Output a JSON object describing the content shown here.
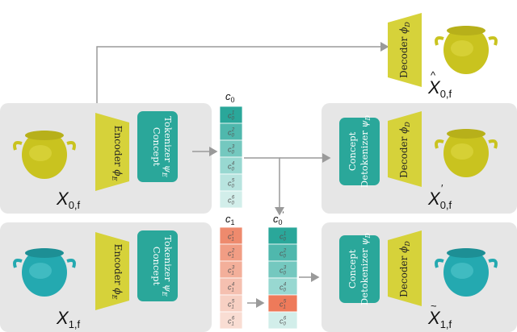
{
  "encoder_label": "Encoder",
  "encoder_symbol": "ϕ",
  "encoder_sub": "E",
  "decoder_label": "Decoder",
  "decoder_symbol": "ϕ",
  "decoder_sub": "D",
  "tokenizer_line1": "Concept",
  "tokenizer_line2": "Tokenizer",
  "tokenizer_symbol": "ψ",
  "tokenizer_sub": "E",
  "detokenizer_line1": "Concept",
  "detokenizer_line2": "Detokenizer",
  "detokenizer_symbol": "ψ",
  "detokenizer_sub": "D",
  "inputs": {
    "x0": {
      "base": "X",
      "sub": "0,f"
    },
    "x1": {
      "base": "X",
      "sub": "1,f"
    }
  },
  "outputs": {
    "xhat": {
      "base": "X",
      "accent": "^",
      "sub": "0,f"
    },
    "xprime": {
      "base": "X",
      "accent": "′",
      "sub": "0,f"
    },
    "xtilde": {
      "base": "X",
      "accent": "~",
      "sub": "1,f"
    }
  },
  "concept_vectors": {
    "c0": {
      "label": "c",
      "sub": "0",
      "tokens": [
        "1",
        "2",
        "3",
        "4",
        "5",
        "6"
      ]
    },
    "c1": {
      "label": "c",
      "sub": "1",
      "tokens": [
        "1",
        "2",
        "3",
        "4",
        "5",
        "6"
      ]
    },
    "c0prime": {
      "label": "c",
      "sub": "0",
      "prime": "′",
      "tokens": [
        {
          "base": "0",
          "sup": "1"
        },
        {
          "base": "0",
          "sup": "2"
        },
        {
          "base": "0",
          "sup": "3"
        },
        {
          "base": "0",
          "sup": "4"
        },
        {
          "base": "1",
          "sup": "5"
        },
        {
          "base": "0",
          "sup": "6"
        }
      ]
    }
  },
  "colors": {
    "yellow": "#d6d23a",
    "teal": "#2aa79a",
    "teal_light": "#cfece8",
    "salmon_light": "#f6cdbf",
    "salmon": "#ee7a5a",
    "panel": "#e6e6e6",
    "arrow": "#9a9a9a"
  }
}
